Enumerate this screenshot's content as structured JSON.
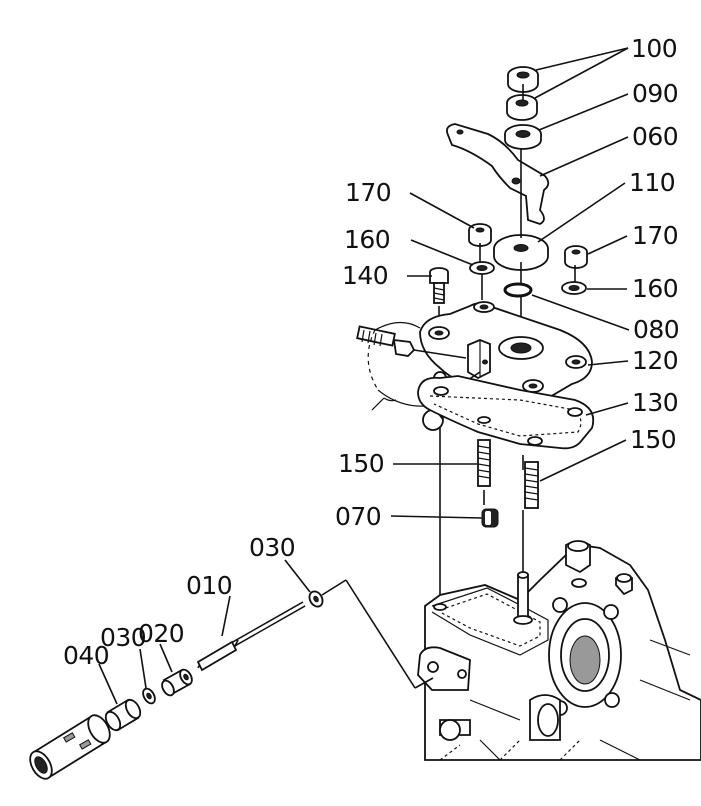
{
  "labels": {
    "p100": "100",
    "p090": "090",
    "p060": "060",
    "p110": "110",
    "p170_left": "170",
    "p170_right": "170",
    "p160_left": "160",
    "p160_right": "160",
    "p140": "140",
    "p080": "080",
    "p120": "120",
    "p130": "130",
    "p150_left": "150",
    "p150_right": "150",
    "p070": "070",
    "p030_top": "030",
    "p010": "010",
    "p020": "020",
    "p030_lower": "030",
    "p040": "040"
  }
}
